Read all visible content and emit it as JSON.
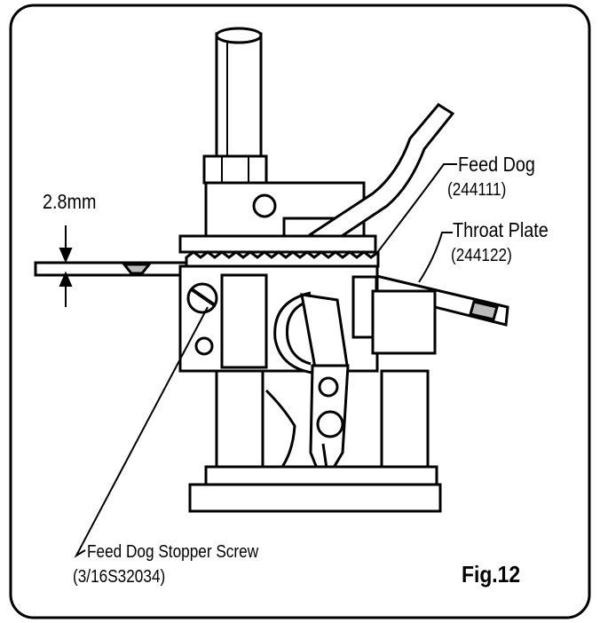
{
  "labels": {
    "dimension": "2.8mm",
    "feed_dog_name": "Feed Dog",
    "feed_dog_part": "(244111)",
    "throat_plate_name": "Throat Plate",
    "throat_plate_part": "(244122)",
    "stopper_screw_name": "Feed Dog Stopper Screw",
    "stopper_screw_part": "(3/16S32034)",
    "figure": "Fig.12"
  },
  "colors": {
    "ink": "#000000",
    "paper": "#ffffff",
    "shade": "#d8d8d8"
  }
}
